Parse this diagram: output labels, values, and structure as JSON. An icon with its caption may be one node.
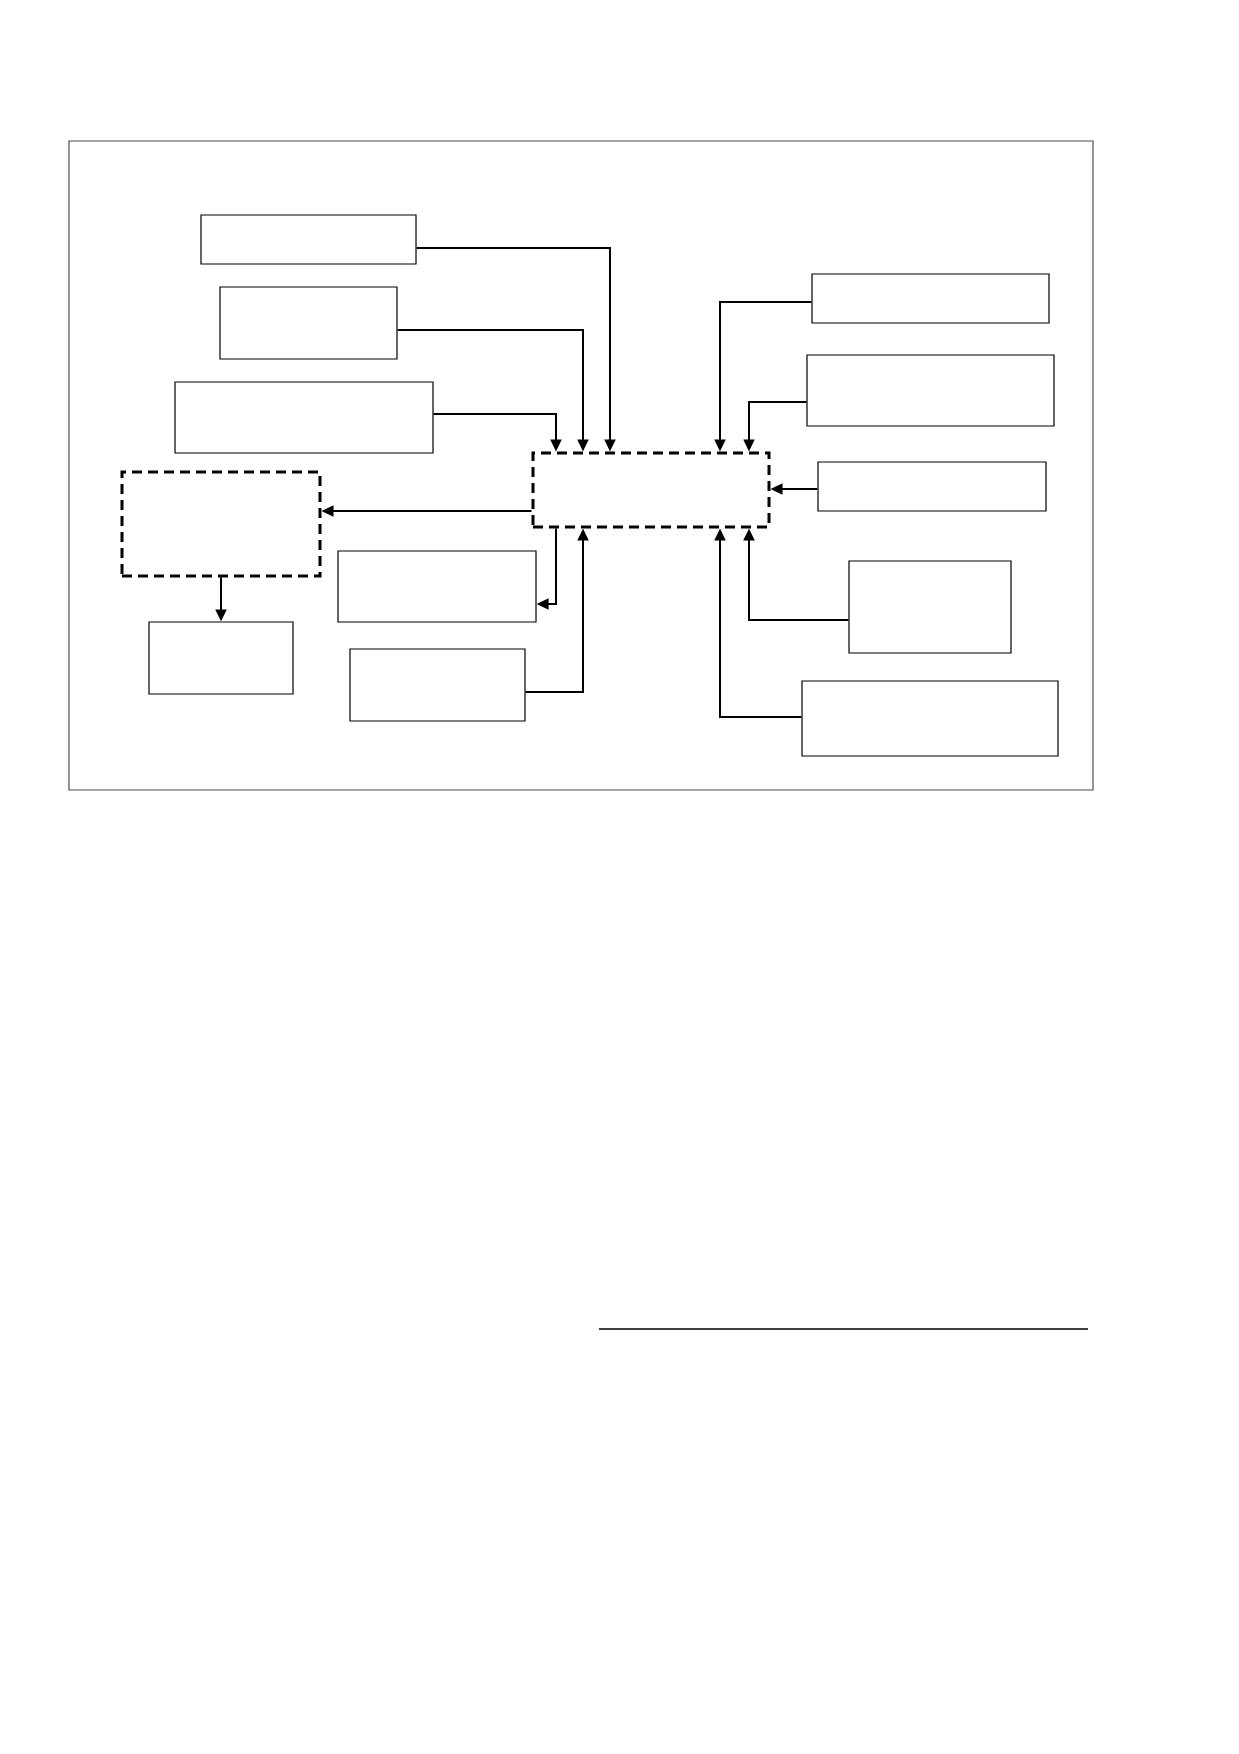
{
  "diagram": {
    "nodes": [
      {
        "text": [],
        "shape": "box"
      },
      {
        "text": [],
        "shape": "box"
      },
      {
        "text": [],
        "shape": "box"
      },
      {
        "text": [],
        "shape": "box"
      },
      {
        "text": [],
        "shape": "box"
      },
      {
        "text": [],
        "shape": "box"
      },
      {
        "text": [],
        "shape": "box"
      },
      {
        "text": [],
        "shape": "box"
      },
      {
        "text": [],
        "shape": "box"
      },
      {
        "text": [],
        "shape": "box"
      },
      {
        "text": [],
        "shape": "box"
      },
      {
        "text": [],
        "shape": "box"
      },
      {
        "text": [],
        "shape": "box"
      }
    ],
    "edges": [
      {
        "from": 0,
        "to": 5,
        "arrow": "to"
      },
      {
        "from": 2,
        "to": 5,
        "arrow": "to"
      },
      {
        "from": 4,
        "to": 5,
        "arrow": "to"
      },
      {
        "from": 1,
        "to": 5,
        "arrow": "to"
      },
      {
        "from": 3,
        "to": 5,
        "arrow": "to"
      },
      {
        "from": 7,
        "to": 5,
        "arrow": "to"
      },
      {
        "from": 5,
        "to": 6,
        "arrow": "to"
      },
      {
        "from": 5,
        "to": 8,
        "arrow": "to"
      },
      {
        "from": 11,
        "to": 5,
        "arrow": "to"
      },
      {
        "from": 9,
        "to": 5,
        "arrow": "to"
      },
      {
        "from": 12,
        "to": 5,
        "arrow": "to"
      },
      {
        "from": 6,
        "to": 10,
        "arrow": "to"
      }
    ]
  }
}
